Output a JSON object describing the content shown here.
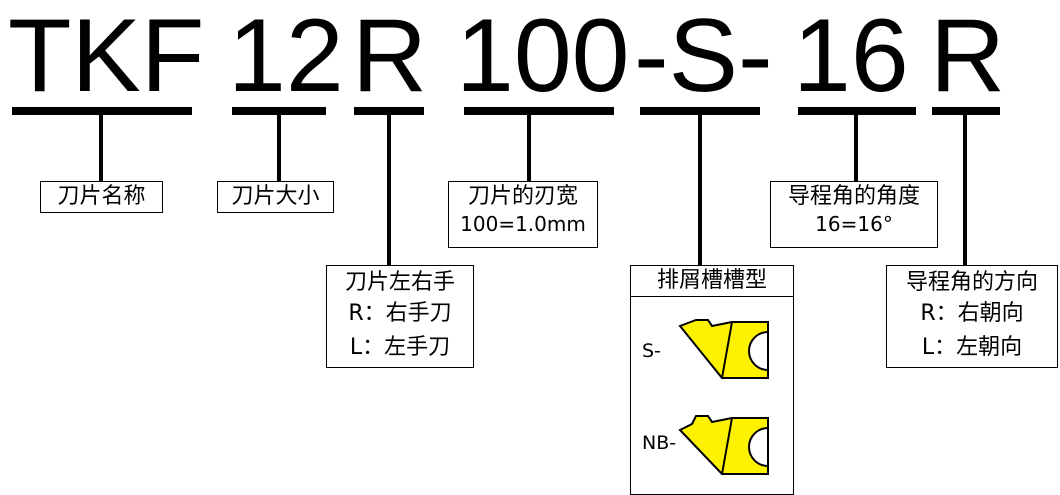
{
  "code": {
    "segments": [
      "TKF",
      "12",
      "R",
      "100",
      "-S-",
      "16",
      "R"
    ]
  },
  "boxes": {
    "blade_name": {
      "title": "刀片名称"
    },
    "blade_size": {
      "title": "刀片大小"
    },
    "blade_hand": {
      "title": "刀片左右手",
      "lines": [
        "R：右手刀",
        "L：左手刀"
      ]
    },
    "blade_width": {
      "title": "刀片的刃宽",
      "lines": [
        "100=1.0mm"
      ]
    },
    "chip_groove": {
      "title": "排屑槽槽型",
      "inserts": [
        "S-",
        "NB-"
      ]
    },
    "lead_angle": {
      "title": "导程角的角度",
      "lines": [
        "16=16°"
      ]
    },
    "lead_dir": {
      "title": "导程角的方向",
      "lines": [
        "R：右朝向",
        "L：左朝向"
      ]
    }
  },
  "colors": {
    "insert_fill": "#FFF200",
    "line": "#000000"
  }
}
